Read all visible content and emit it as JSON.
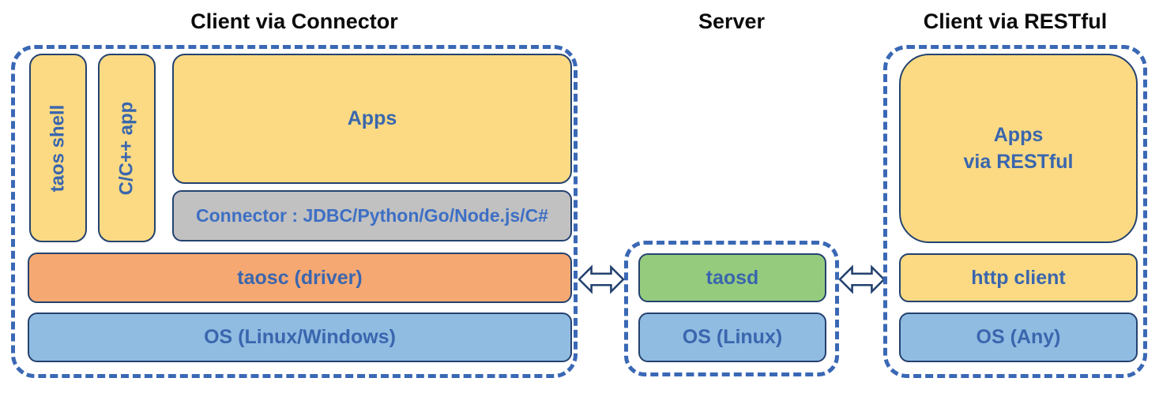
{
  "titles": {
    "client_connector": "Client via Connector",
    "server": "Server",
    "client_restful": "Client via RESTful"
  },
  "client_connector": {
    "taos_shell": "taos shell",
    "cpp_app": "C/C++ app",
    "apps": "Apps",
    "connector": "Connector : JDBC/Python/Go/Node.js/C#",
    "taosc": "taosc (driver)",
    "os": "OS (Linux/Windows)"
  },
  "server": {
    "taosd": "taosd",
    "os": "OS (Linux)"
  },
  "client_restful": {
    "apps_line1": "Apps",
    "apps_line2": "via RESTful",
    "http_client": "http client",
    "os": "OS (Any)"
  },
  "icons": {
    "left_arrow": "double-headed-horizontal-arrow",
    "right_arrow": "double-headed-horizontal-arrow"
  },
  "colors": {
    "yellow_fill": "#fbda83",
    "orange_fill": "#f5a872",
    "blue_fill": "#90bce2",
    "green_fill": "#95cb7d",
    "gray_fill": "#c1c1c1",
    "box_border": "#24426f",
    "dashed_border": "#3a68b5",
    "label_blue": "#3a66ae",
    "title_black": "#0b0b0b"
  }
}
